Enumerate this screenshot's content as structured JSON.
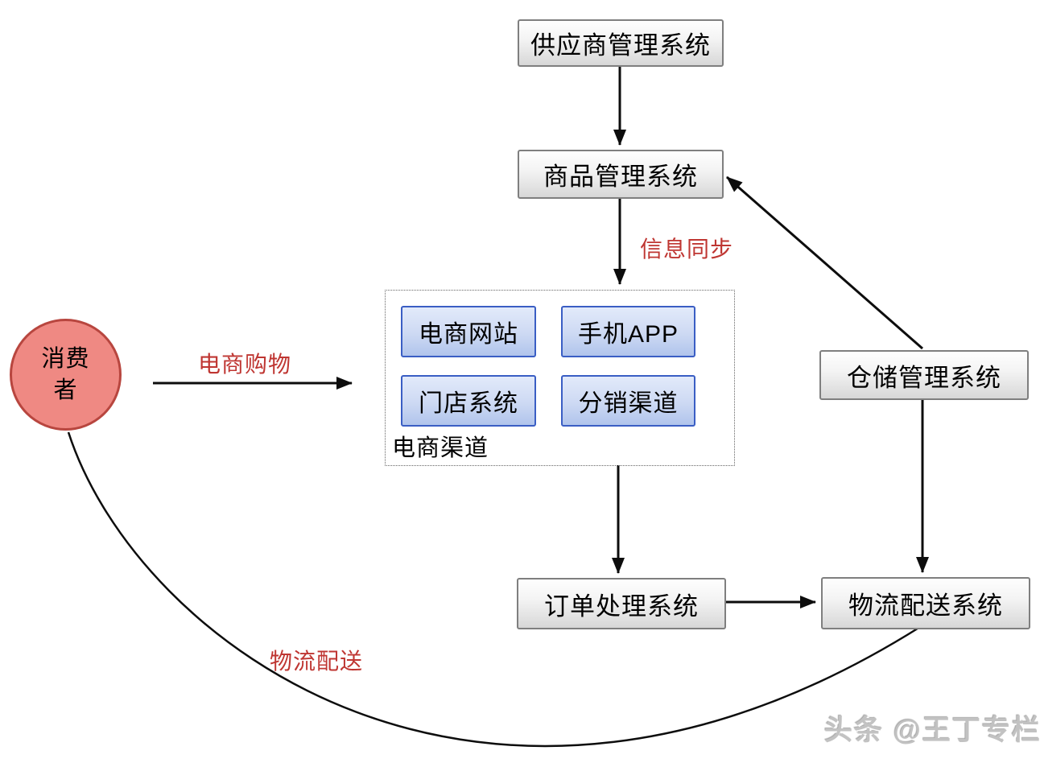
{
  "nodes": {
    "supplier": {
      "label": "供应商管理系统"
    },
    "product": {
      "label": "商品管理系统"
    },
    "warehouse": {
      "label": "仓储管理系统"
    },
    "order": {
      "label": "订单处理系统"
    },
    "logistics": {
      "label": "物流配送系统"
    },
    "consumer": {
      "line1": "消费",
      "line2": "者"
    }
  },
  "channels": {
    "group_label": "电商渠道",
    "items": [
      {
        "label": "电商网站"
      },
      {
        "label": "手机APP"
      },
      {
        "label": "门店系统"
      },
      {
        "label": "分销渠道"
      }
    ]
  },
  "edge_labels": {
    "info_sync": "信息同步",
    "ec_shopping": "电商购物",
    "logistics_delivery": "物流配送"
  },
  "watermark": "头条 @王丁专栏",
  "colors": {
    "system_node_border": "#7f7f7f",
    "system_node_fill_top": "#fefefe",
    "system_node_fill_bottom": "#d7d7d7",
    "channel_node_border": "#3a5ec4",
    "channel_node_fill_top": "#e2eafa",
    "channel_node_fill_bottom": "#b0c4ec",
    "consumer_fill": "#ef8983",
    "consumer_border": "#b8463f",
    "edge_label_red": "#bf3632",
    "arrow_black": "#0d0d0d",
    "watermark_gray": "#c2c2c2"
  }
}
